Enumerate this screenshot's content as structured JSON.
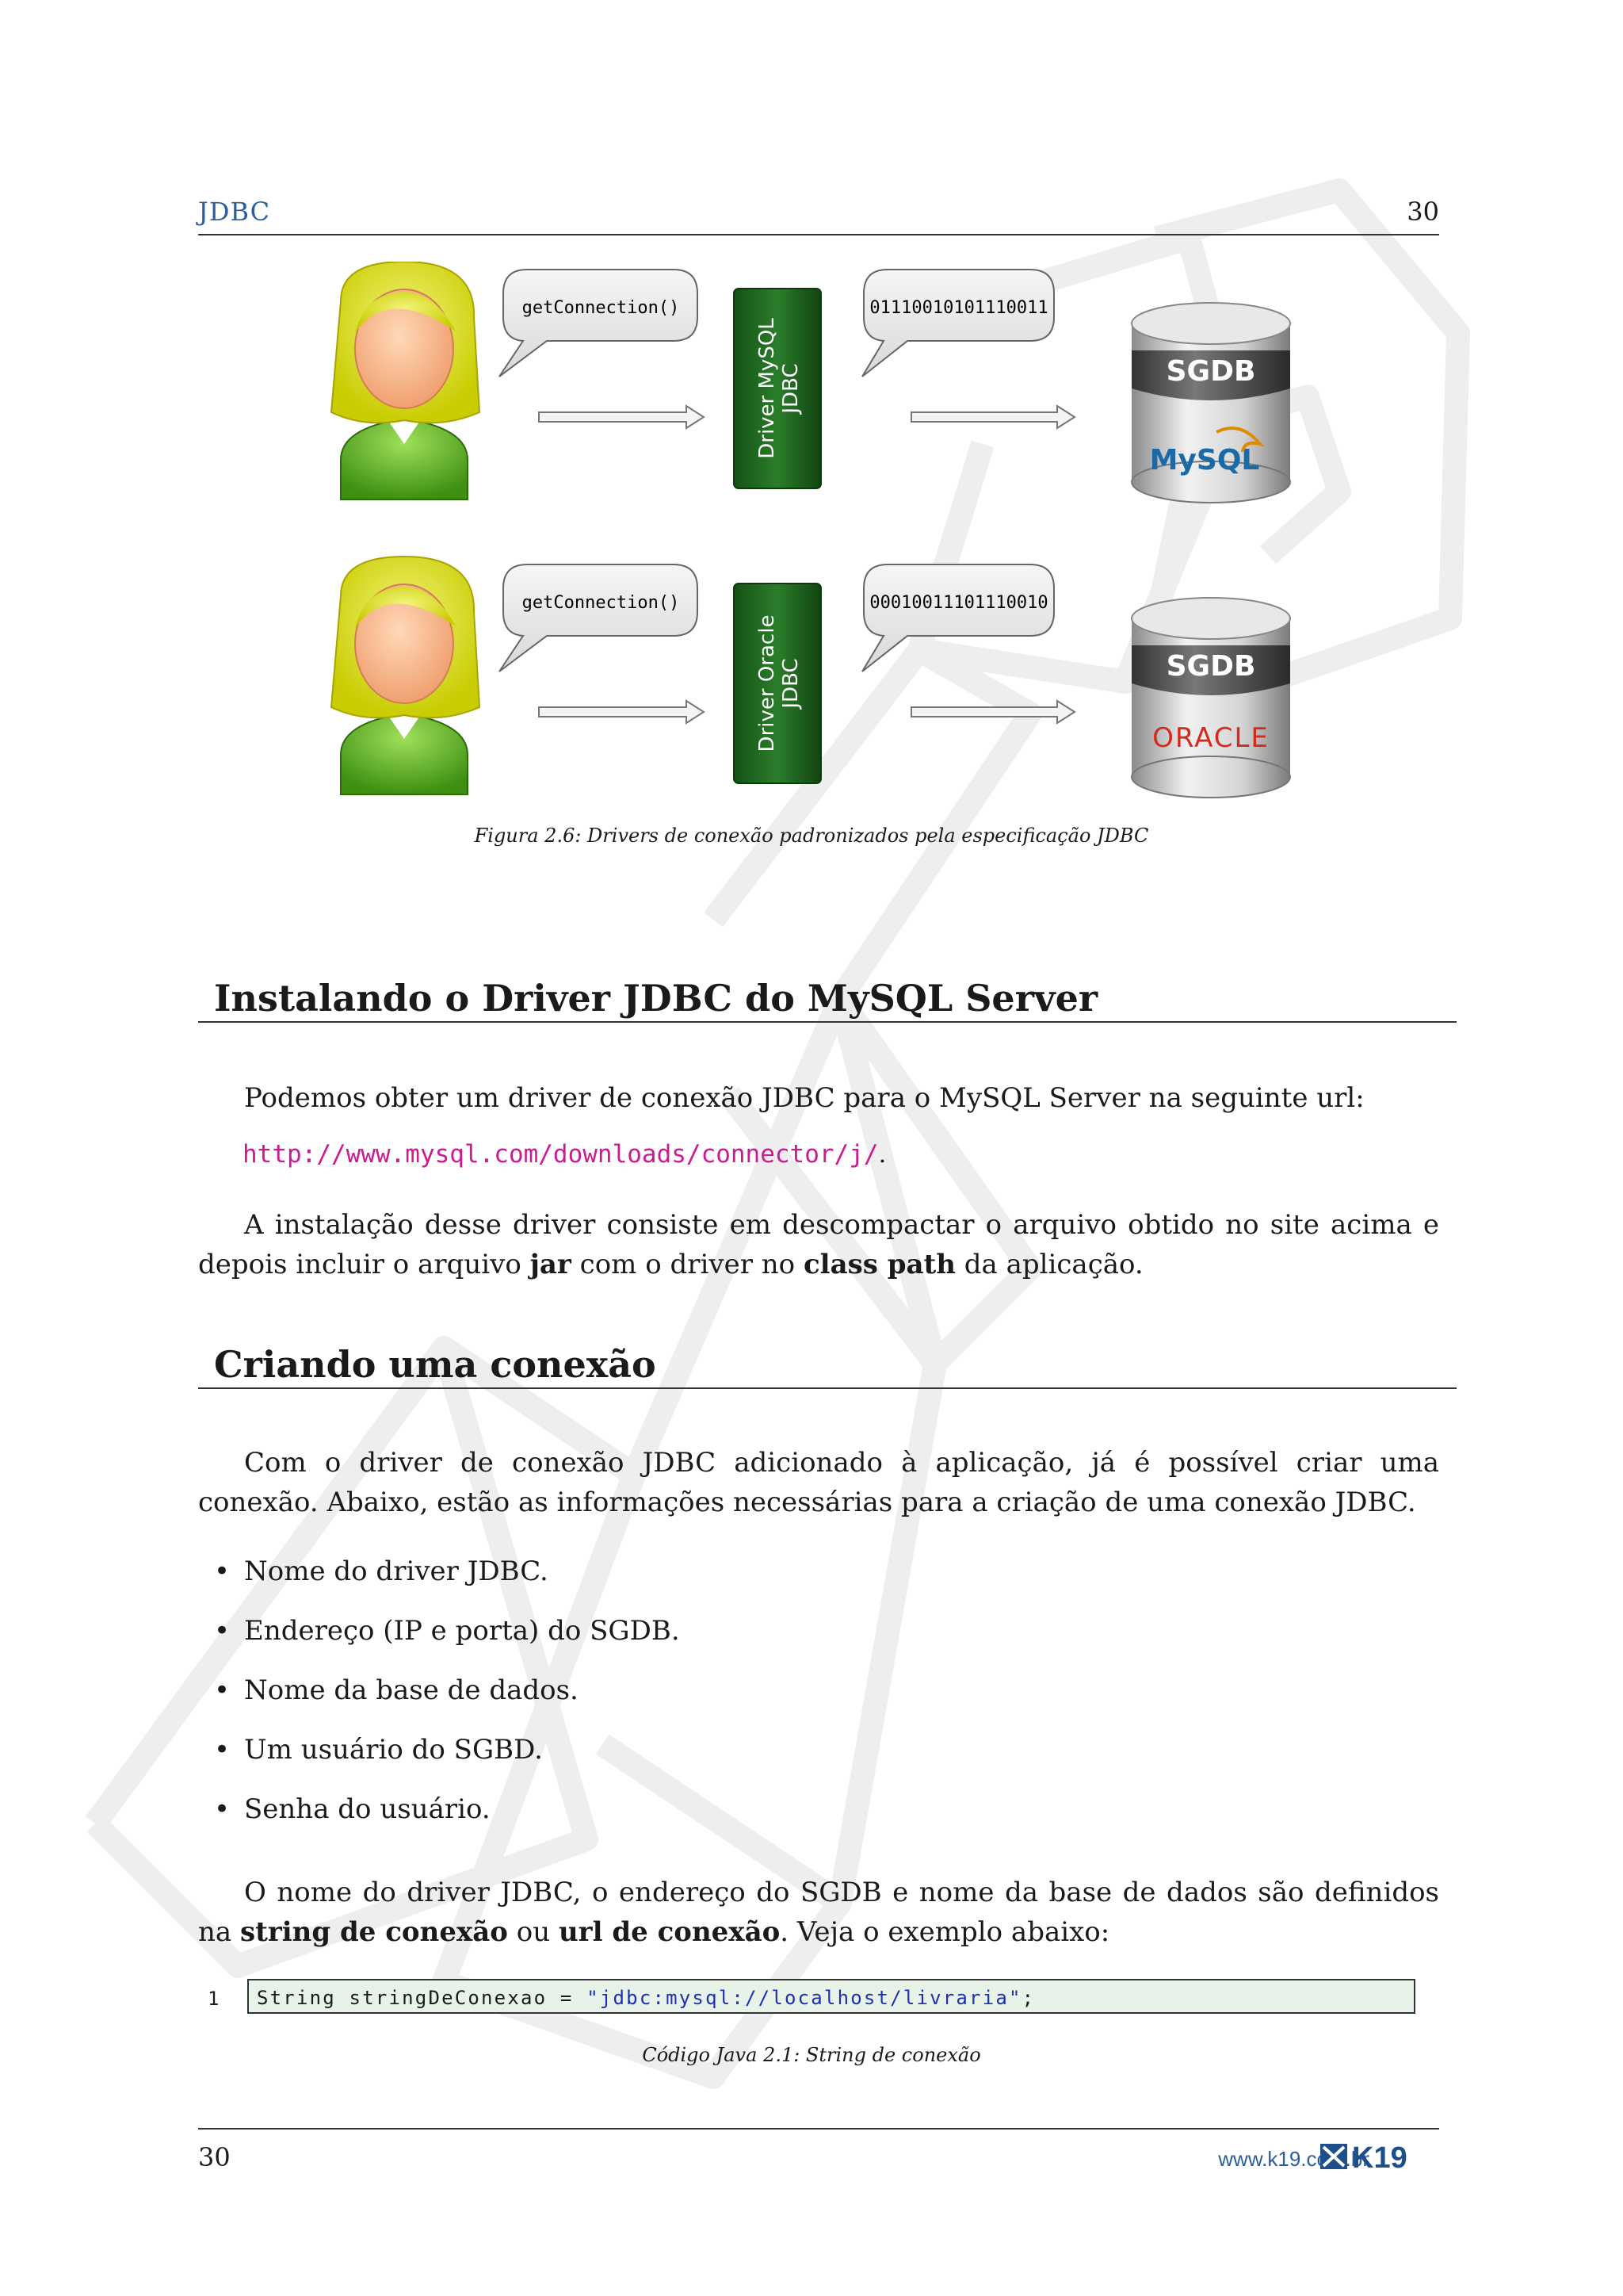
{
  "header": {
    "title": "JDBC",
    "page_number": "30"
  },
  "figure": {
    "rows": [
      {
        "call": "getConnection()",
        "driver_line1": "Driver MySQL",
        "driver_line2": "JDBC",
        "bits": "01110010101110011",
        "db_label": "SGDB",
        "db_vendor": "MySQL"
      },
      {
        "call": "getConnection()",
        "driver_line1": "Driver Oracle",
        "driver_line2": "JDBC",
        "bits": "00010011101110010",
        "db_label": "SGDB",
        "db_vendor": "ORACLE"
      }
    ],
    "caption": "Figura 2.6: Drivers de conexão padronizados pela especificação JDBC"
  },
  "section1": {
    "title": "Instalando o Driver JDBC do MySQL Server",
    "p1": "Podemos obter um driver de conexão JDBC para o MySQL Server na seguinte url:",
    "url": "http://www.mysql.com/downloads/connector/j/",
    "url_end": ".",
    "p2_a": "A instalação desse driver consiste em descompactar o arquivo obtido no site acima e depois incluir o arquivo ",
    "p2_b": "jar",
    "p2_c": " com o driver no ",
    "p2_d": "class path",
    "p2_e": " da aplicação."
  },
  "section2": {
    "title": "Criando uma conexão",
    "p1": "Com o driver de conexão JDBC adicionado à aplicação, já é possível criar uma conexão. Abaixo, estão as informações necessárias para a criação de uma conexão JDBC.",
    "bullets": [
      "Nome do driver JDBC.",
      "Endereço (IP e porta) do SGDB.",
      "Nome da base de dados.",
      "Um usuário do SGBD.",
      "Senha do usuário."
    ],
    "p2_a": "O nome do driver JDBC, o endereço do SGDB e nome da base de dados são definidos na ",
    "p2_b": "string de conexão",
    "p2_c": " ou ",
    "p2_d": "url de conexão",
    "p2_e": ". Veja o exemplo abaixo:"
  },
  "code": {
    "line_number": "1",
    "code_prefix": "String stringDeConexao = ",
    "code_string": "\"jdbc:mysql://localhost/livraria\"",
    "code_suffix": ";",
    "caption": "Código Java 2.1: String de conexão"
  },
  "footer": {
    "page_number": "30",
    "site": "www.k19.com.br",
    "logo_text": "K19"
  },
  "colors": {
    "link": "#cc1b92",
    "header": "#2a5ea0",
    "driver_box": "#1d6b1f",
    "code_bg": "#e7f3e8",
    "code_string": "#1f2fb0"
  }
}
